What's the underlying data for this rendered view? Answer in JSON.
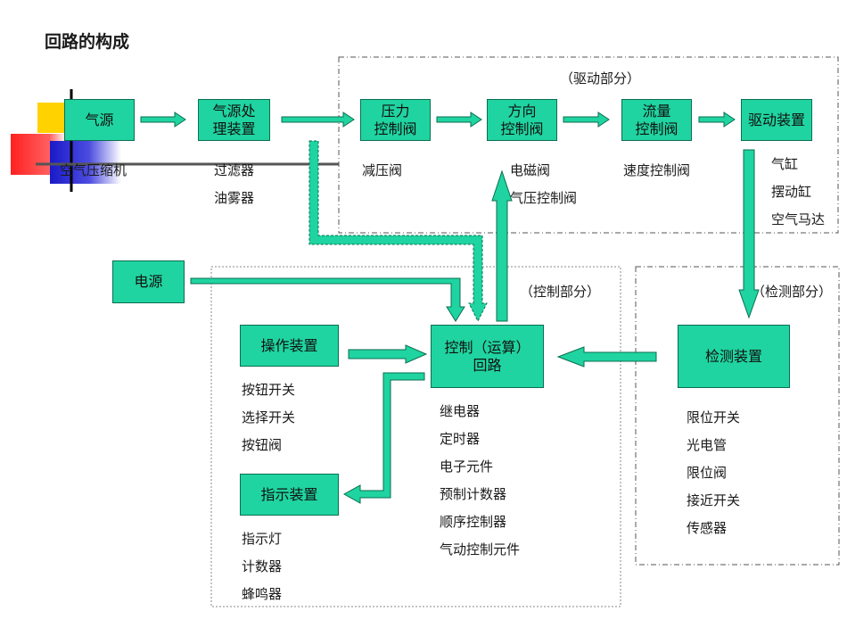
{
  "title": "回路的构成",
  "regions": {
    "drive": "（驱动部分）",
    "control": "（控制部分）",
    "detect": "（检测部分）"
  },
  "boxes": {
    "air_source": "气源",
    "air_treatment": "气源处\n理装置",
    "pressure_valve": "压力\n控制阀",
    "direction_valve": "方向\n控制阀",
    "flow_valve": "流量\n控制阀",
    "drive_device": "驱动装置",
    "power": "电源",
    "operation_device": "操作装置",
    "control_circuit": "控制（运算）\n回路",
    "detect_device": "检测装置",
    "indicator_device": "指示装置"
  },
  "labels": {
    "compressor": "空气压缩机",
    "filters": [
      "过滤器",
      "油雾器"
    ],
    "pressure": "减压阀",
    "direction": [
      "电磁阀",
      "气压控制阀"
    ],
    "flow": "速度控制阀",
    "drive": [
      "气缸",
      "摆动缸",
      "空气马达"
    ],
    "operation": [
      "按钮开关",
      "选择开关",
      "按钮阀"
    ],
    "control": [
      "继电器",
      "定时器",
      "电子元件",
      "预制计数器",
      "顺序控制器",
      "气动控制元件"
    ],
    "detect": [
      "限位开关",
      "光电管",
      "限位阀",
      "接近开关",
      "传感器"
    ],
    "indicator": [
      "指示灯",
      "计数器",
      "蜂鸣器"
    ]
  },
  "colors": {
    "box_fill": "#1fd4a0",
    "arrow": "#1fd4a0",
    "deco_yellow": "#ffd200",
    "deco_red": "#ff3030",
    "deco_blue": "#2a2ad0"
  }
}
